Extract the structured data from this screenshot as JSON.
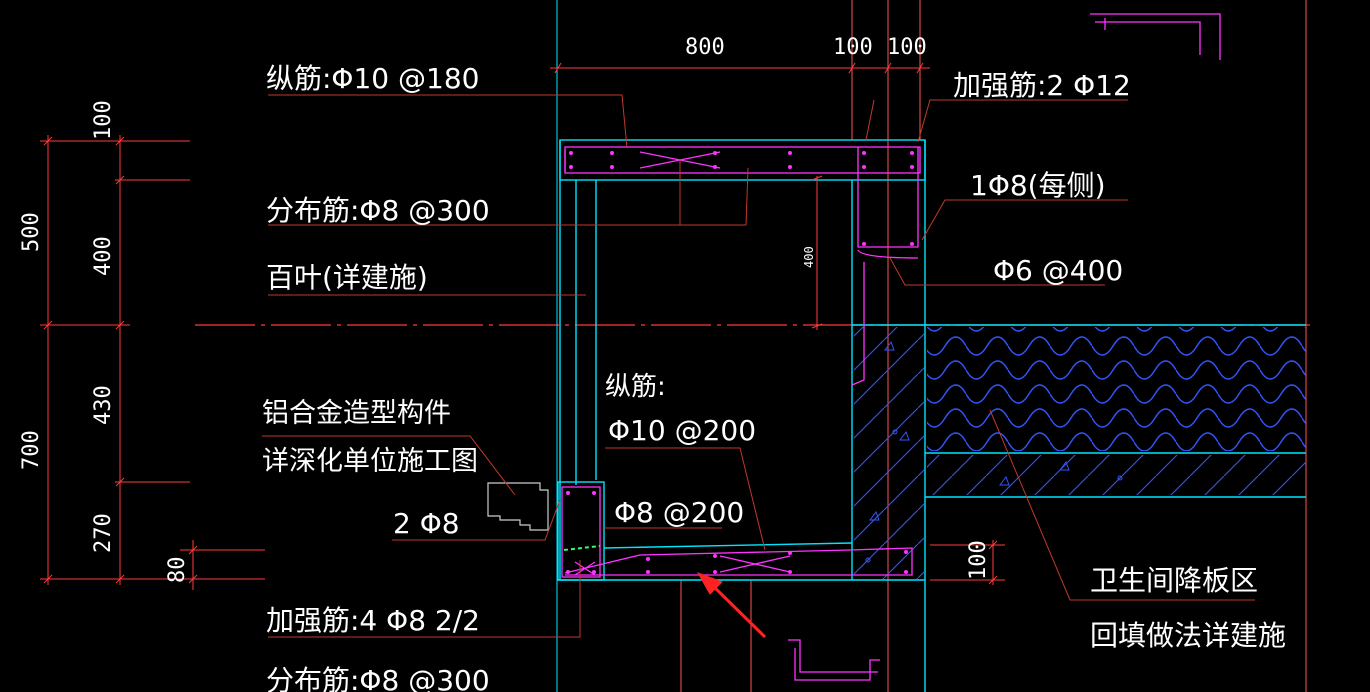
{
  "colors": {
    "background": "#000000",
    "leader": "#c0392b",
    "dimension": "#ff3b3b",
    "concrete": "#00e5ff",
    "rebar": "#ff33ff",
    "hatch": "#3355ff",
    "text": "#ffffff",
    "arrow": "#ff2222"
  },
  "dimensions_top": [
    "800",
    "100",
    "100"
  ],
  "dimensions_left_outer": [
    "500",
    "700"
  ],
  "dimensions_left_inner": [
    "100",
    "400",
    "430",
    "270"
  ],
  "dimension_bottom_left": "80",
  "dimension_inner_height": "400",
  "dimension_right": "100",
  "labels": {
    "long_rebar_top": "纵筋:Φ10 @180",
    "dist_rebar_top": "分布筋:Φ8 @300",
    "louver": "百叶(详建施)",
    "aluminum_line1": "铝合金造型构件",
    "aluminum_line2": "详深化单位施工图",
    "rebar_2phi8": "2 Φ8",
    "reinf_bottom": "加强筋:4 Φ8  2/2",
    "dist_rebar_bottom": "分布筋:Φ8 @300",
    "long_rebar_mid_line1": "纵筋:",
    "long_rebar_mid_line2": "Φ10 @200",
    "phi8_200": "Φ8 @200",
    "reinf_top_right": "加强筋:2 Φ12",
    "phi8_each": "1Φ8(每侧)",
    "phi6_400": "Φ6 @400",
    "bathroom_line1": "卫生间降板区",
    "bathroom_line2": "回填做法详建施"
  }
}
